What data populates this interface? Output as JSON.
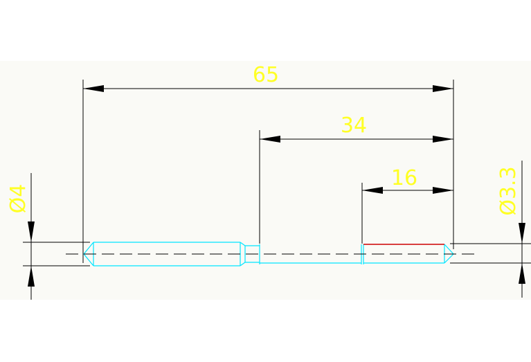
{
  "drawing": {
    "colors": {
      "background": "#fafaf6",
      "dimension": "#000000",
      "dimension_text": "#ffff00",
      "part_outline": "#00e5ff",
      "highlight_edge": "#cc0000"
    },
    "dimensions": {
      "overall_length": "65",
      "middle_length": "34",
      "tip_length": "16",
      "left_diameter": "Ø4",
      "right_diameter": "Ø3.3"
    }
  }
}
